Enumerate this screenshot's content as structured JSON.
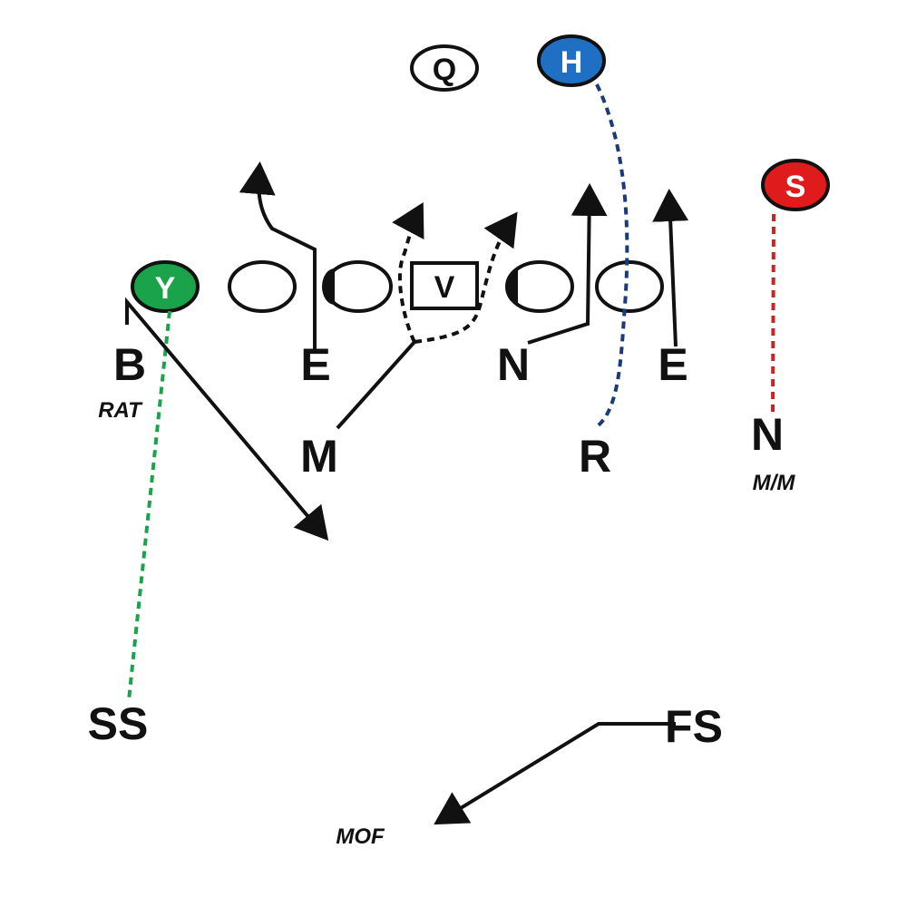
{
  "offense": {
    "q": "Q",
    "h": "H",
    "s": "S",
    "y": "Y",
    "v": "V"
  },
  "defense": {
    "b": "B",
    "e_left": "E",
    "n_line": "N",
    "e_right": "E",
    "m": "M",
    "r": "R",
    "n_wide": "N",
    "ss": "SS",
    "fs": "FS"
  },
  "notes": {
    "rat": "RAT",
    "mm": "M/M",
    "mof": "MOF"
  },
  "colors": {
    "y": "#1aa34a",
    "h": "#1f6fc4",
    "s": "#e01b1b",
    "ink": "#111111",
    "y_route": "#1aa34a",
    "h_route": "#1a3a7a",
    "s_route": "#cc2222"
  }
}
